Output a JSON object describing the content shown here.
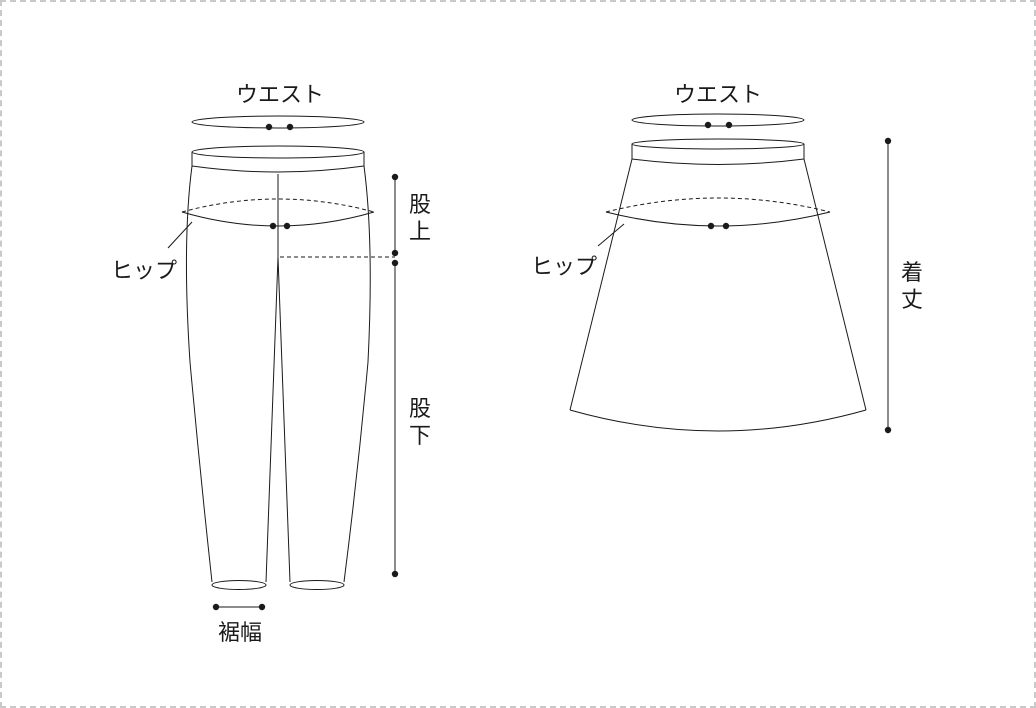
{
  "pants": {
    "waist_label": "ウエスト",
    "hip_label": "ヒップ",
    "rise_label": [
      "股",
      "上"
    ],
    "inseam_label": [
      "股",
      "下"
    ],
    "hem_label": "裾幅"
  },
  "skirt": {
    "waist_label": "ウエスト",
    "hip_label": "ヒップ",
    "length_label": [
      "着",
      "丈"
    ]
  }
}
